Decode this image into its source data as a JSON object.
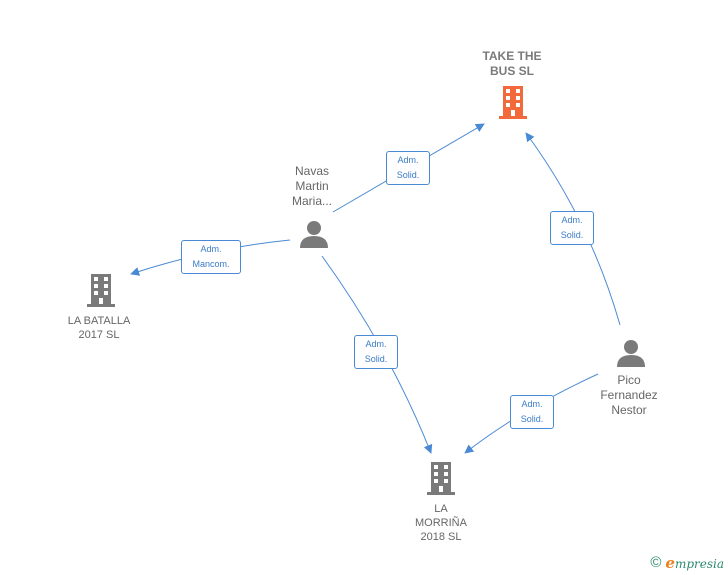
{
  "colors": {
    "edge": "#4a8ad4",
    "focus_company": "#f26a3b",
    "company": "#7a7a7a",
    "person": "#7a7a7a",
    "brand": "#2d8a6e",
    "brand_accent": "#f0801d"
  },
  "nodes": {
    "take_the_bus": {
      "lines": [
        "TAKE THE",
        "BUS  SL"
      ],
      "type": "company",
      "focus": true,
      "icon": "building-icon"
    },
    "navas": {
      "lines": [
        "Navas",
        "Martin",
        "Maria..."
      ],
      "type": "person",
      "icon": "person-icon"
    },
    "la_batalla": {
      "lines": [
        "LA BATALLA",
        "2017  SL"
      ],
      "type": "company",
      "icon": "building-icon"
    },
    "pico": {
      "lines": [
        "Pico",
        "Fernandez",
        "Nestor"
      ],
      "type": "person",
      "icon": "person-icon"
    },
    "la_morrina": {
      "lines": [
        "LA",
        "MORRIÑA",
        "2018  SL"
      ],
      "type": "company",
      "icon": "building-icon"
    }
  },
  "edges": [
    {
      "from": "navas",
      "to": "take_the_bus",
      "lines": [
        "Adm.",
        "Solid."
      ]
    },
    {
      "from": "navas",
      "to": "la_batalla",
      "lines": [
        "Adm.",
        "Mancom."
      ]
    },
    {
      "from": "navas",
      "to": "la_morrina",
      "lines": [
        "Adm.",
        "Solid."
      ]
    },
    {
      "from": "pico",
      "to": "take_the_bus",
      "lines": [
        "Adm.",
        "Solid."
      ]
    },
    {
      "from": "pico",
      "to": "la_morrina",
      "lines": [
        "Adm.",
        "Solid."
      ]
    }
  ],
  "footer": {
    "copyright": "©",
    "brand_initial": "e",
    "brand_rest": "mpresia"
  }
}
